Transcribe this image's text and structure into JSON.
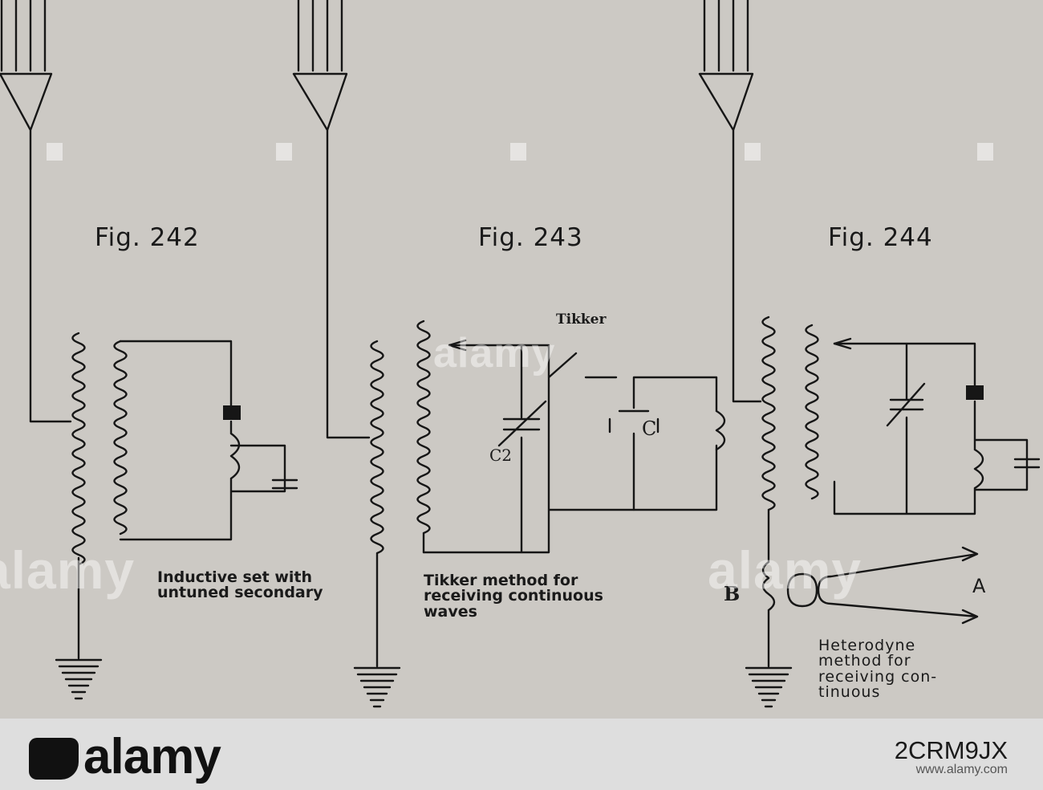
{
  "figures": [
    {
      "label": "Fig. 242",
      "caption": "Inductive set with\nuntuned secondary"
    },
    {
      "label": "Fig. 243",
      "caption": "Tikker method for\nreceiving continuous\nwaves"
    },
    {
      "label": "Fig. 244",
      "caption": "Heterodyne\nmethod for\nreceiving con-\ntinuous"
    }
  ],
  "components": {
    "tikker": "Tikker",
    "c2": "C2",
    "c": "C",
    "b": "B",
    "a": "A"
  },
  "watermark": {
    "text": "alamy"
  },
  "footer": {
    "brand": "alamy",
    "image_id": "2CRM9JX",
    "url": "www.alamy.com"
  }
}
